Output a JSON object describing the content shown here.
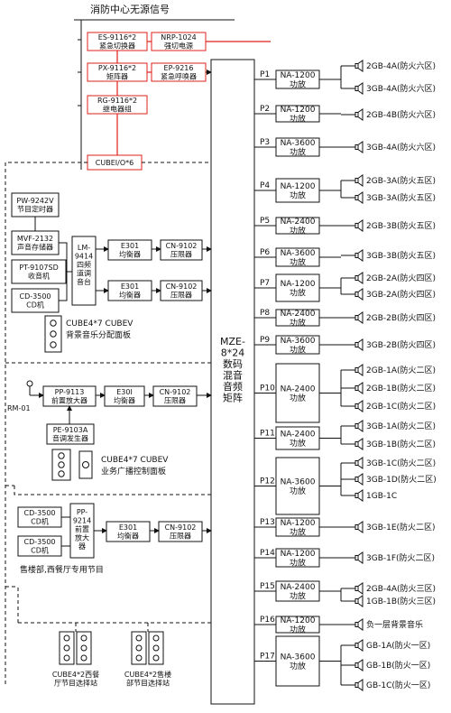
{
  "title": "消防中心无源信号",
  "fire_modules": {
    "switch": "ES-9116*2\n紧急切换器",
    "power": "NRP-1024\n强切电源",
    "matrix": "PX-9116*2\n矩阵器",
    "paging": "EP-9216\n紧急呼唤器",
    "relay": "RG-9116*2\n继电器组",
    "cube_io": "CUBEI/O*6"
  },
  "bg_sources": {
    "timer": "PW-9242V\n节目定时器",
    "recorder": "MVF-2132\n声音存储器",
    "tuner": "PT-9107SD\n收音机",
    "cd": "CD-3500\nCD机",
    "mixer": "LM-\n9414\n四频\n道调\n音台",
    "eq1": "E301\n均衡器",
    "eq2": "E301\n均衡器",
    "lim1": "CN-9102\n压限器",
    "lim2": "CN-9102\n压限器",
    "panel_title": "CUBE4*7 CUBEV",
    "panel_sub": "背景音乐分配面板"
  },
  "mic_chain": {
    "mic": "RM-01",
    "preamp": "PP-9113\n前置放大器",
    "eq": "E30I\n均衡器",
    "lim": "CN-9102\n压限器",
    "tone": "PE-9103A\n音调发生器",
    "panel_title": "CUBE4*7 CUBEV",
    "panel_sub": "业务广播控制面板"
  },
  "shop_chain": {
    "cd1": "CD-3500\nCD机",
    "cd2": "CD-3500\nCD机",
    "preamp": "PP-\n9214\n前置\n放大\n器",
    "eq": "E301\n均衡器",
    "lim": "CN-9102\n压限器",
    "note": "售楼部,西餐厅专用节目",
    "station1": "CUBE4*2西餐\n厅节目选择站",
    "station2": "CUBE4*2售楼\n部节目选择站"
  },
  "matrix_label": "MZE-\n8*24\n数码\n混音\n音频\n矩阵",
  "channels": [
    {
      "port": "P1",
      "amp": "NA-1200\n功放",
      "zones": [
        "2GB-4A(防火六区)",
        "3GB-4A(防火六区)"
      ]
    },
    {
      "port": "P2",
      "amp": "NA-1200\n功放",
      "zones": [
        "2GB-4B(防火六区)"
      ]
    },
    {
      "port": "P3",
      "amp": "NA-3600\n功放",
      "zones": [
        "3GB-4A(防火六区)"
      ]
    },
    {
      "port": "P4",
      "amp": "NA-1200\n功放",
      "zones": [
        "2GB-3A(防火五区)",
        "3GB-3A(防火五区)"
      ]
    },
    {
      "port": "P5",
      "amp": "NA-2400\n功放",
      "zones": [
        "2GB-3B(防火五区)"
      ]
    },
    {
      "port": "P6",
      "amp": "NA-3600\n功放",
      "zones": [
        "3GB-3B(防火五区)"
      ]
    },
    {
      "port": "P7",
      "amp": "NA-1200\n功放",
      "zones": [
        "2GB-2A(防火四区)",
        "3GB-2A(防火四区)"
      ]
    },
    {
      "port": "P8",
      "amp": "NA-2400\n功放",
      "zones": [
        "2GB-2B(防火四区)"
      ]
    },
    {
      "port": "P9",
      "amp": "NA-3600\n功放",
      "zones": [
        "3GB-2B(防火四区)"
      ]
    },
    {
      "port": "P10",
      "amp": "NA-2400\n功放",
      "zones": [
        "2GB-1A(防火二区)",
        "2GB-1B(防火二区)",
        "2GB-1C(防火二区)"
      ]
    },
    {
      "port": "P11",
      "amp": "NA-2400\n功放",
      "zones": [
        "3GB-1A(防火二区)",
        "3GB-1B(防火二区)"
      ]
    },
    {
      "port": "P12",
      "amp": "NA-3600\n功放",
      "zones": [
        "3GB-1C(防火二区)",
        "3GB-1D(防火二区)",
        "1GB-1C"
      ]
    },
    {
      "port": "P13",
      "amp": "NA-1200\n功放",
      "zones": [
        "3GB-1E(防火二区)"
      ]
    },
    {
      "port": "P14",
      "amp": "NA-1200\n功放",
      "zones": [
        "3GB-1F(防火二区)"
      ]
    },
    {
      "port": "P15",
      "amp": "NA-2400\n功放",
      "zones": [
        "2GB-4A(防火三区)",
        "1GB-1B(防火三区)"
      ]
    },
    {
      "port": "P16",
      "amp": "NA-1200\n功放",
      "zones": [
        "负一层背景音乐"
      ]
    },
    {
      "port": "P17",
      "amp": "NA-3600\n功放",
      "zones": [
        "GB-1A(防火一区)",
        "GB-1B(防火一区)",
        "GB-1C(防火一区)"
      ]
    }
  ]
}
